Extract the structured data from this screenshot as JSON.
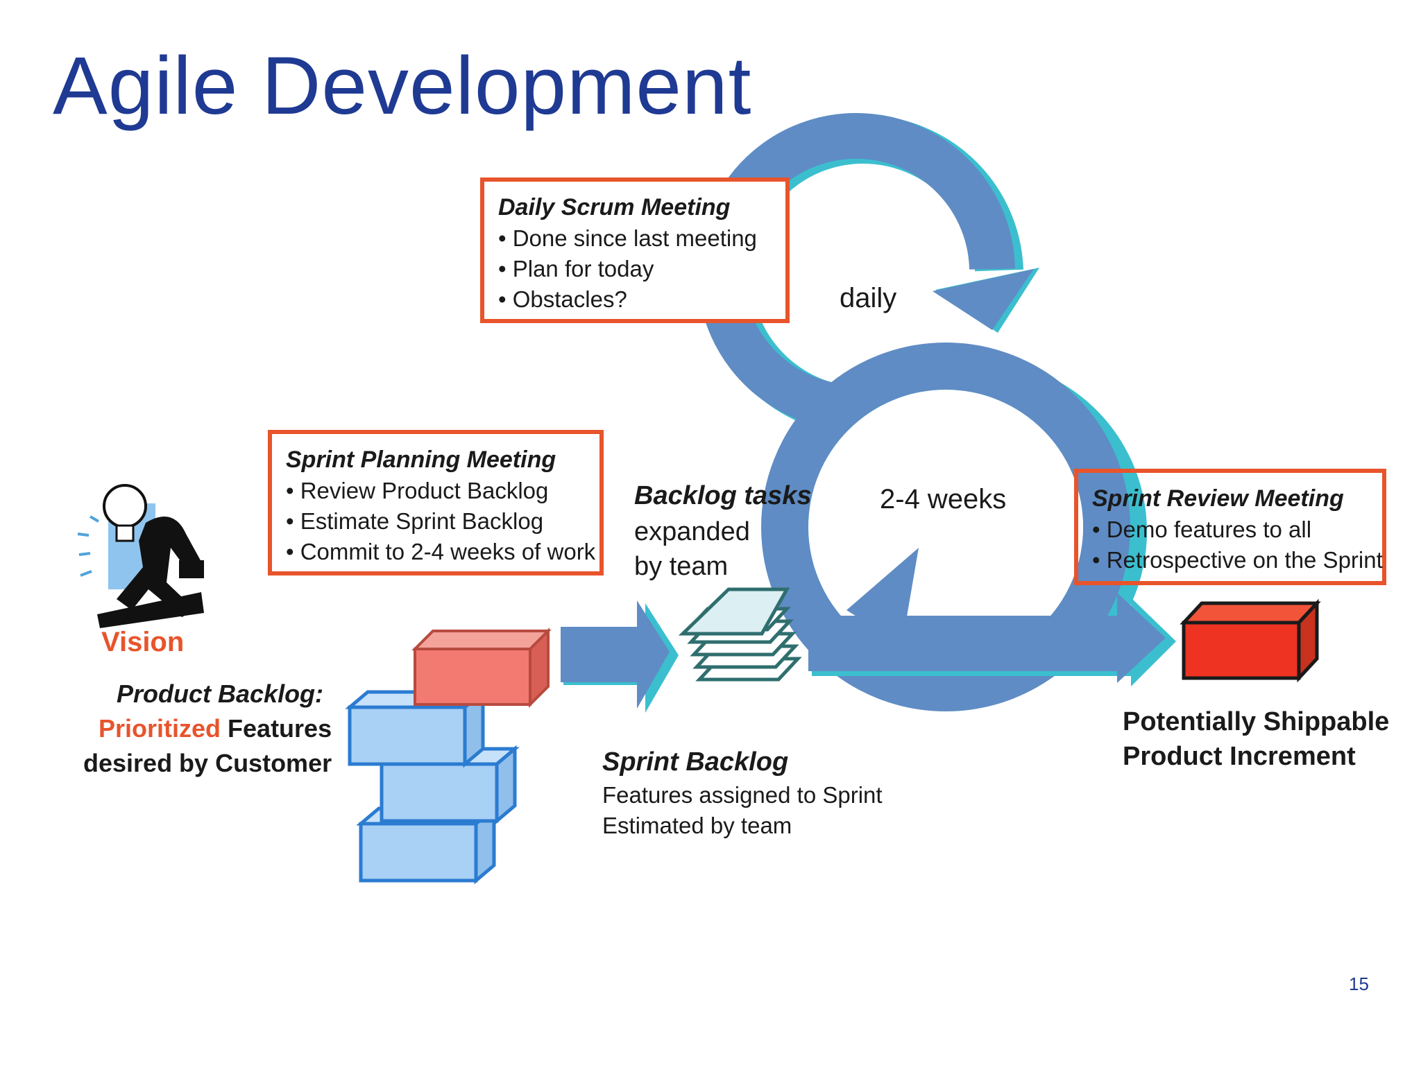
{
  "title": "Agile Development",
  "page_number": "15",
  "colors": {
    "title": "#1f3a93",
    "loop_blue": "#5f8cc4",
    "loop_teal": "#3bbfcf",
    "box_border": "#e8542b",
    "red_accent": "#e8542b"
  },
  "daily_scrum": {
    "heading": "Daily Scrum Meeting",
    "items": [
      "• Done since last meeting",
      "• Plan for today",
      "• Obstacles?"
    ]
  },
  "sprint_planning": {
    "heading": "Sprint Planning Meeting",
    "items": [
      "• Review Product Backlog",
      "• Estimate Sprint Backlog",
      "• Commit to 2-4 weeks of work"
    ]
  },
  "sprint_review": {
    "heading": "Sprint Review Meeting",
    "items": [
      "• Demo features to all",
      "• Retrospective on the Sprint"
    ]
  },
  "loop_labels": {
    "daily": "daily",
    "sprint": "2-4 weeks"
  },
  "vision": {
    "label": "Vision",
    "icon": "visionary-lightbulb-icon"
  },
  "product_backlog": {
    "line1": "Product Backlog:",
    "line2_highlight": "Prioritized",
    "line2_rest": " Features",
    "line3": "desired by Customer"
  },
  "backlog_tasks": {
    "heading": "Backlog tasks",
    "line2": "expanded",
    "line3": "by team"
  },
  "sprint_backlog": {
    "heading": "Sprint Backlog",
    "line2": "Features assigned to Sprint",
    "line3": "Estimated by team"
  },
  "increment": {
    "line1": "Potentially Shippable",
    "line2": "Product Increment"
  }
}
